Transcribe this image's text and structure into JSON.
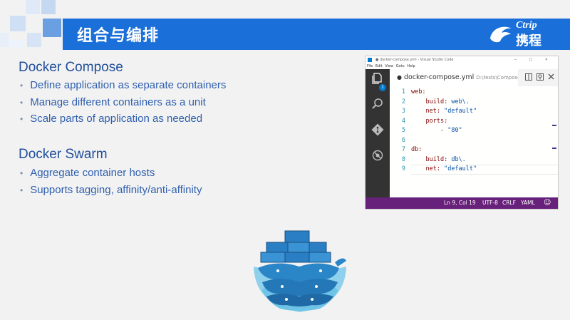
{
  "header": {
    "title": "组合与编排",
    "logo": {
      "en": "Ctrip",
      "cn": "携程"
    }
  },
  "sections": [
    {
      "title": "Docker Compose",
      "bullets": [
        "Define application as separate containers",
        "Manage different containers as a unit",
        "Scale parts of application as needed"
      ]
    },
    {
      "title": "Docker Swarm",
      "bullets": [
        "Aggregate container hosts",
        "Supports tagging, affinity/anti-affinity"
      ]
    }
  ],
  "vscode": {
    "window_title": "● docker-compose.yml - Visual Studio Code",
    "window_controls": "─ □ ✕",
    "menu": [
      "File",
      "Edit",
      "View",
      "Goto",
      "Help"
    ],
    "explorer_badge": "1",
    "tab": {
      "dot": "●",
      "filename": "docker-compose.yml",
      "path": "D:\\tests\\Compose"
    },
    "code_lines": [
      {
        "n": "1",
        "indent": "",
        "key": "web:",
        "value": ""
      },
      {
        "n": "2",
        "indent": "    ",
        "key": "build:",
        "value": " web\\."
      },
      {
        "n": "3",
        "indent": "    ",
        "key": "net:",
        "value": " \"default\""
      },
      {
        "n": "4",
        "indent": "    ",
        "key": "ports:",
        "value": ""
      },
      {
        "n": "5",
        "indent": "        ",
        "key": "- ",
        "value": "\"80\""
      },
      {
        "n": "6",
        "indent": "",
        "key": "",
        "value": ""
      },
      {
        "n": "7",
        "indent": "",
        "key": "db:",
        "value": ""
      },
      {
        "n": "8",
        "indent": "    ",
        "key": "build:",
        "value": " db\\."
      },
      {
        "n": "9",
        "indent": "    ",
        "key": "net:",
        "value": " \"default\""
      }
    ],
    "status": {
      "position": "Ln 9, Col 19",
      "encoding": "UTF-8",
      "eol": "CRLF",
      "language": "YAML",
      "feedback": "☺"
    },
    "colors": {
      "statusbar": "#68217a",
      "activitybar": "#333333"
    }
  },
  "colors": {
    "header": "#1a6fd8",
    "title_text": "#1f4e9a",
    "bullet_text": "#2f5fae"
  },
  "icons": [
    "explorer-icon",
    "search-icon",
    "git-icon",
    "debug-icon",
    "split-editor-icon",
    "more-actions-icon",
    "close-icon",
    "docker-whale-icon"
  ]
}
